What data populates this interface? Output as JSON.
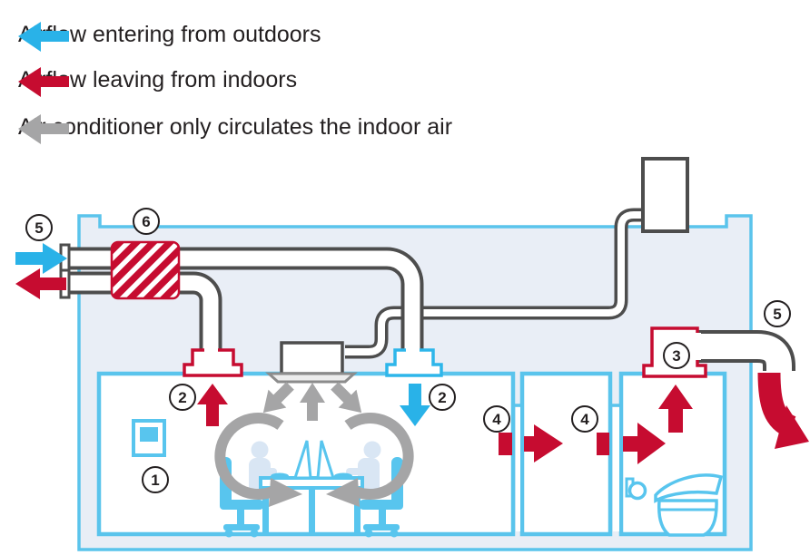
{
  "legend": {
    "items": [
      {
        "label": "Airflow entering from outdoors",
        "icon": "blue-left-arrow"
      },
      {
        "label": "Airflow leaving from indoors",
        "icon": "red-left-arrow"
      },
      {
        "label": "Air conditioner only circulates the indoor air",
        "icon": "gray-left-arrow"
      }
    ]
  },
  "callouts": {
    "c1": "1",
    "c2": "2",
    "c3": "3",
    "c4": "4",
    "c5": "5",
    "c6": "6"
  },
  "colors": {
    "inflow_blue": "#29b2e8",
    "outflow_red": "#c60c30",
    "circulate_gray": "#a5a5a6",
    "wall_blue": "#5ac4ec",
    "vent_blue": "#2eb6ea",
    "duct_gray": "#4d4d4d",
    "building_fill": "#e9eef6",
    "people_fill": "#d9e6f4",
    "furniture_blue": "#58c5ee",
    "text_dark": "#231f20"
  }
}
